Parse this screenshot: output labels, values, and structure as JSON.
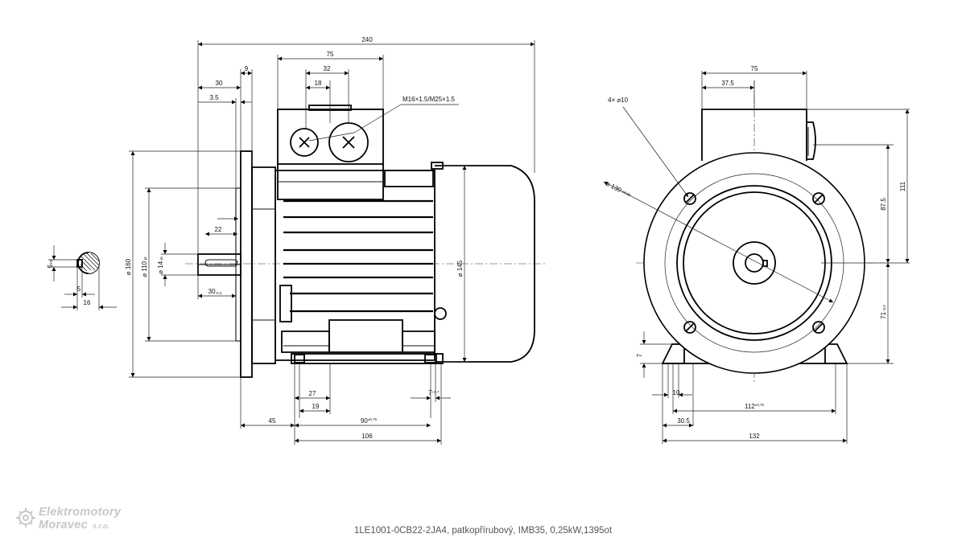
{
  "caption": "1LE1001-0CB22-2JA4, patkopřírubový, IMB35, 0,25kW,1395ot",
  "logo": {
    "line1": "Elektromotory",
    "line2": "Moravec",
    "suffix": "s.r.o."
  },
  "callouts": {
    "cable_gland": "M16×1.5/M25×1.5",
    "flange_holes": "4× ⌀10",
    "pitch_circle": "⌀ 130",
    "pitch_circle_tol": "±0,35"
  },
  "dimensions": {
    "overall_length": "240",
    "terminal_box_width": "75",
    "gland_spacing": "32",
    "gland_offset": "18",
    "shaft_to_box": "9",
    "shaft_length": "30",
    "flange_thickness": "3.5",
    "shaft_diameter_left": "⌀ 14",
    "shaft_diameter_sup": "j6",
    "spigot_diameter": "⌀ 110",
    "spigot_sup": "j6",
    "flange_diameter": "⌀ 160",
    "key_length": "22",
    "shaft_shoulder": "30",
    "shaft_shoulder_tol": "-0,2",
    "frame_diameter": "⌀ 145",
    "flange_to_foot": "45",
    "foot_hole_spacing": "90",
    "foot_hole_spacing_tol": "±0,75",
    "foot_length": "106",
    "foot_width_inner": "27",
    "foot_hole_offset": "19",
    "foot_slot": "7",
    "foot_slot_tol": "+0,7",
    "key_height": "5",
    "key_height_sup": "h9",
    "key_depth": "5",
    "key_width": "16",
    "end_box_width": "75",
    "end_box_half": "37.5",
    "end_box_height": "111",
    "end_centre_to_gland": "87.5",
    "shaft_height": "71",
    "shaft_height_tol": "-0,5",
    "foot_thickness": "7",
    "foot_hole_width": "10",
    "foot_hole_centres": "112",
    "foot_hole_centres_tol": "±0,75",
    "foot_edge": "30.5",
    "foot_overall_width": "132"
  }
}
